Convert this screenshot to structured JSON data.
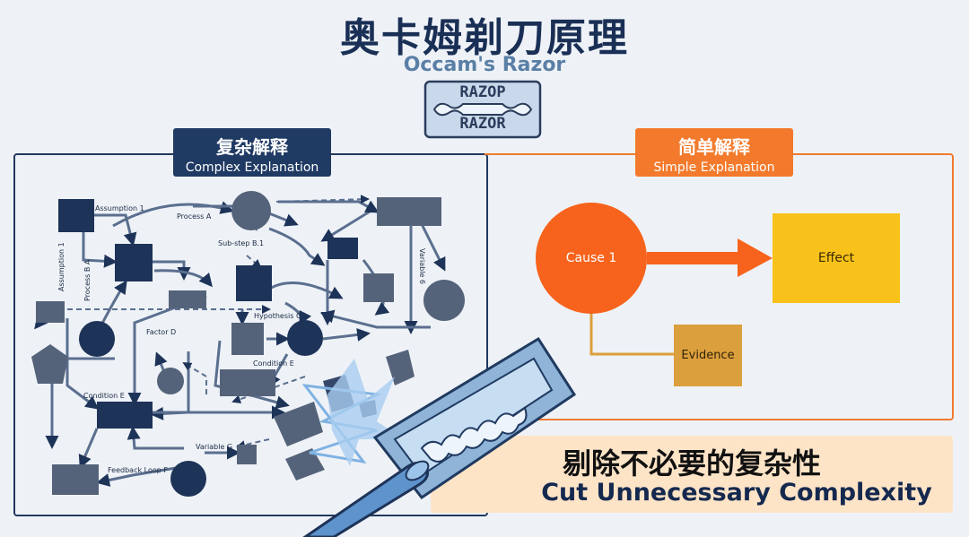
{
  "header": {
    "title_zh": "奥卡姆剃刀原理",
    "title_en": "Occam's Razor",
    "logo_text_top": "RAZOP",
    "logo_text_bottom": "RAZOR"
  },
  "complex": {
    "label_zh": "复杂解释",
    "label_en": "Complex Explanation",
    "labels": {
      "assumption_1": "Assumption 1",
      "process_a": "Process A",
      "substep_b1": "Sub-step B.1",
      "hypothesis_c": "Hypothesis C",
      "factor_d": "Factor D",
      "condition_e_right": "Condition E",
      "condition_e_left": "Condition E",
      "variable_g": "Variable G",
      "feedback_loop_f": "Feedback Loop F",
      "assumption_1_vertical": "Assumption 1",
      "process_b_vertical": "Process B A",
      "variable_6_vertical": "Variable 6"
    }
  },
  "simple": {
    "label_zh": "简单解释",
    "label_en": "Simple Explanation",
    "cause": "Cause 1",
    "effect": "Effect",
    "evidence": "Evidence"
  },
  "banner": {
    "zh": "剔除不必要的复杂性",
    "en": "Cut Unnecessary Complexity"
  },
  "colors": {
    "navy": "#1e3358",
    "slate": "#55637a",
    "orange": "#f37a2c",
    "yellow": "#f9c21a",
    "gold": "#dc9f3d",
    "razor_blue": "#6f9fd0"
  }
}
